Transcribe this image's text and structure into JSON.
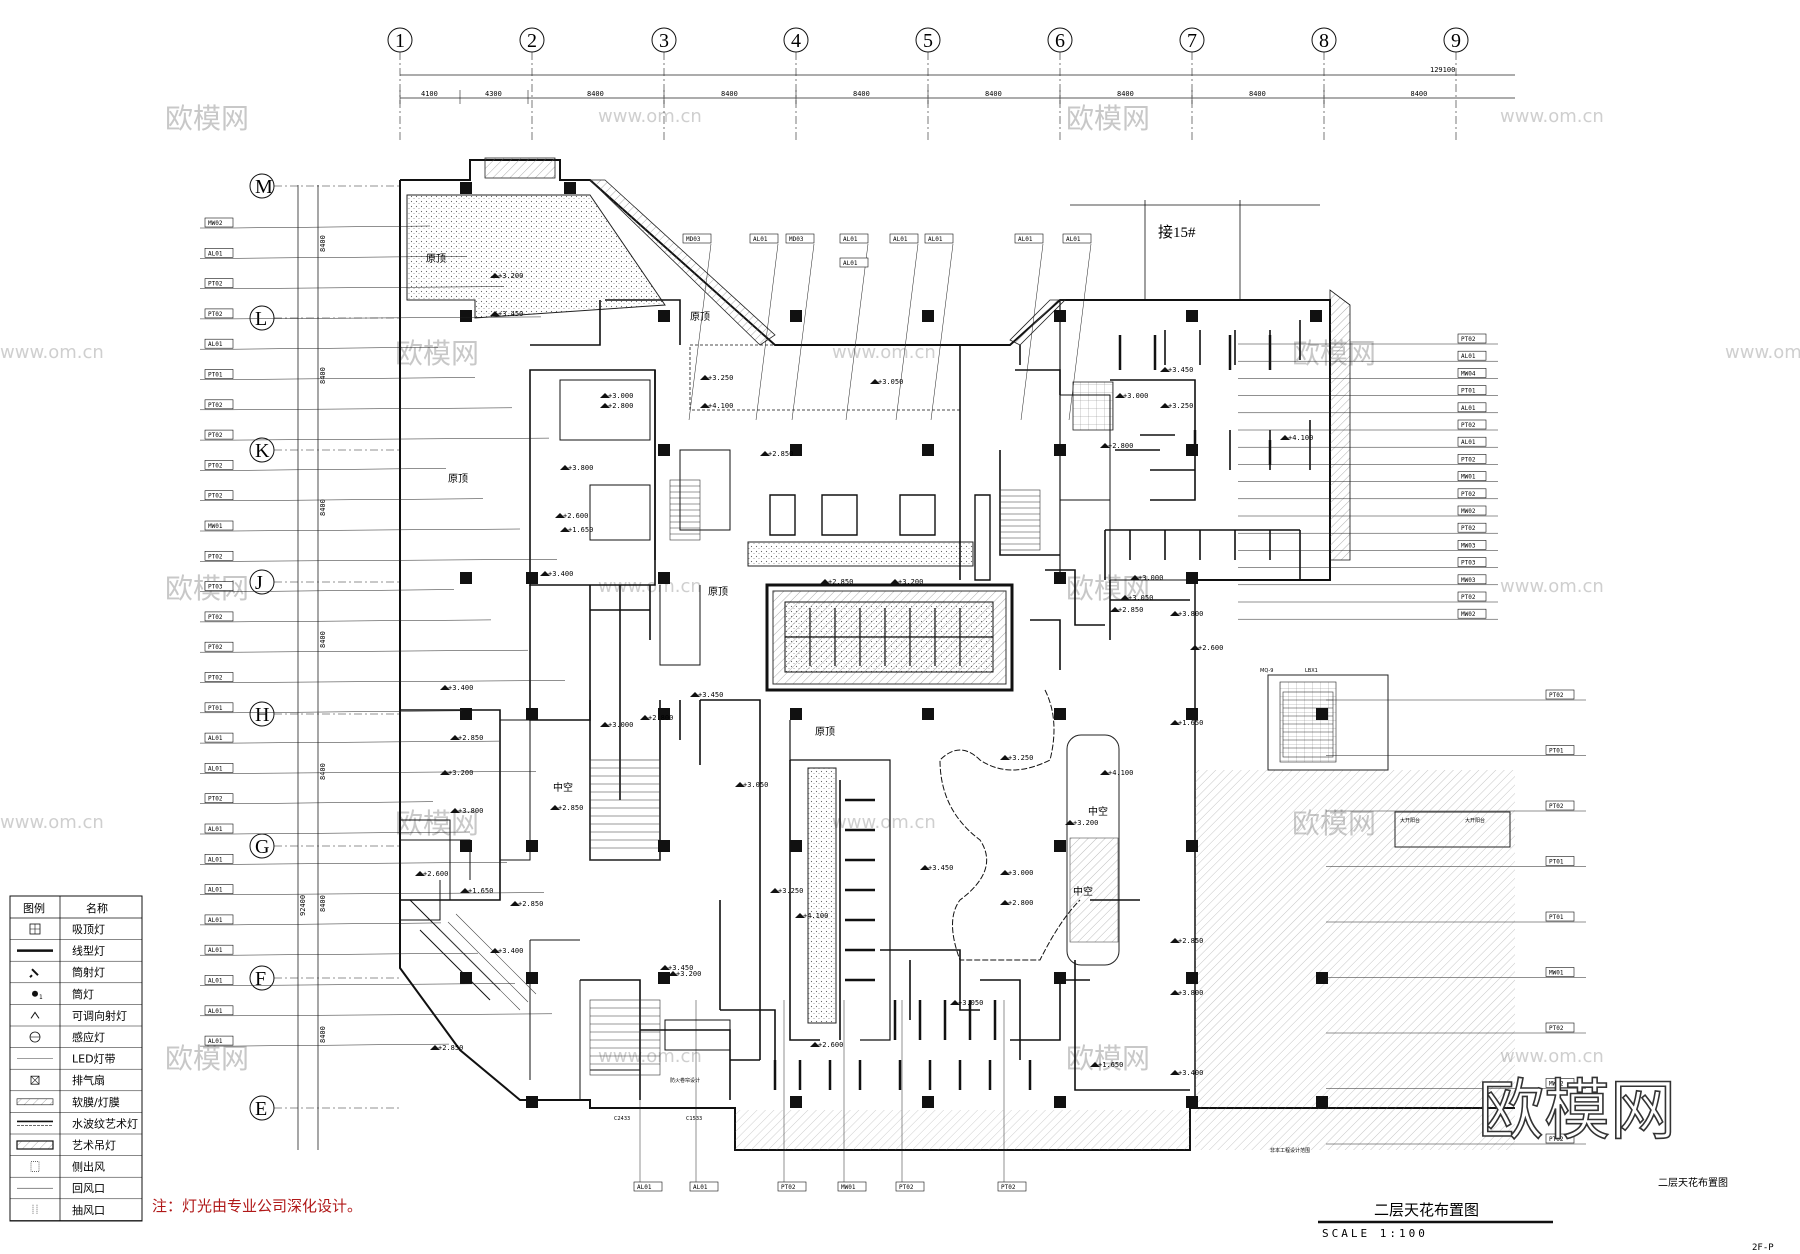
{
  "drawing": {
    "title": "二层天花布置图",
    "scale": "SCALE 1:100",
    "sheet_label": "二层天花布置图",
    "sheet_number": "2F-P",
    "note": "注：灯光由专业公司深化设计。",
    "connect_label": "接15#",
    "total_dimension": "129100"
  },
  "grid": {
    "columns": [
      "1",
      "2",
      "3",
      "4",
      "5",
      "6",
      "7",
      "8",
      "9"
    ],
    "rows": [
      "M",
      "L",
      "K",
      "J",
      "H",
      "G",
      "F",
      "E"
    ],
    "column_dims": [
      "4100",
      "4300",
      "8400",
      "8400",
      "8400",
      "8400",
      "8400",
      "8400",
      "8400"
    ],
    "row_dims": [
      "8400",
      "8400",
      "8400",
      "8400",
      "8400",
      "8400",
      "8400"
    ],
    "row_total": "92400"
  },
  "rooms": {
    "yuanding": "原顶",
    "zhongkong": "中空",
    "balcony": "大开阳台",
    "mq": "MQ-9",
    "lbx": "LBX1",
    "door_c2433": "C2433",
    "door_c1533": "C1533",
    "fire_shutter": "防火卷帘设计",
    "fire_shutter2": "非本工程设计范围"
  },
  "elevations": [
    "3.200",
    "3.450",
    "3.000",
    "2.800",
    "3.250",
    "4.100",
    "3.050",
    "2.850",
    "3.800",
    "2.600",
    "1.650",
    "3.400",
    "2.850"
  ],
  "tags": {
    "left": [
      "MW02",
      "AL01",
      "PT02",
      "PT02",
      "AL01",
      "PT01",
      "PT02",
      "PT02",
      "PT02",
      "PT02",
      "MW01",
      "PT02",
      "PT03",
      "PT02",
      "PT02",
      "PT02",
      "PT01",
      "AL01",
      "AL01",
      "PT02",
      "AL01",
      "AL01",
      "AL01",
      "AL01",
      "AL01",
      "AL01",
      "AL01",
      "AL01"
    ],
    "top": [
      "MD03",
      "AL01",
      "MD03",
      "AL01",
      "AL01",
      "AL01",
      "AL01",
      "AL01"
    ],
    "right": [
      "PT02",
      "AL01",
      "MW04",
      "PT01",
      "AL01",
      "PT02",
      "AL01",
      "PT02",
      "MW01",
      "PT02",
      "MW02",
      "PT02",
      "MW03",
      "PT03",
      "MW03",
      "PT02",
      "MW02",
      "PT02",
      "PT01",
      "PT02",
      "PT01",
      "PT01",
      "MW01",
      "PT02",
      "MW02",
      "PT02"
    ],
    "bottom": [
      "AL01",
      "AL01",
      "PT02",
      "MW01",
      "PT02",
      "PT02"
    ]
  },
  "legend": {
    "header_symbol": "图例",
    "header_name": "名称",
    "items": [
      {
        "name": "吸顶灯",
        "icon": "ceiling-light-icon"
      },
      {
        "name": "线型灯",
        "icon": "linear-light-icon"
      },
      {
        "name": "筒射灯",
        "icon": "spot-downlight-icon"
      },
      {
        "name": "筒灯",
        "icon": "downlight-icon"
      },
      {
        "name": "可调向射灯",
        "icon": "adjustable-spotlight-icon"
      },
      {
        "name": "感应灯",
        "icon": "sensor-light-icon"
      },
      {
        "name": "LED灯带",
        "icon": "led-strip-icon"
      },
      {
        "name": "排气扇",
        "icon": "exhaust-fan-icon"
      },
      {
        "name": "软膜/灯膜",
        "icon": "soft-film-icon"
      },
      {
        "name": "水波纹艺术灯",
        "icon": "water-ripple-light-icon"
      },
      {
        "name": "艺术吊灯",
        "icon": "art-chandelier-icon"
      },
      {
        "name": "侧出风",
        "icon": "side-outlet-icon"
      },
      {
        "name": "回风口",
        "icon": "return-air-icon"
      },
      {
        "name": "抽风口",
        "icon": "extract-vent-icon"
      }
    ]
  },
  "watermark": {
    "brand": "欧模网",
    "url": "www.om.cn"
  },
  "colors": {
    "line": "#111111",
    "hatch": "#555555",
    "watermark": "#c8c8c8"
  }
}
